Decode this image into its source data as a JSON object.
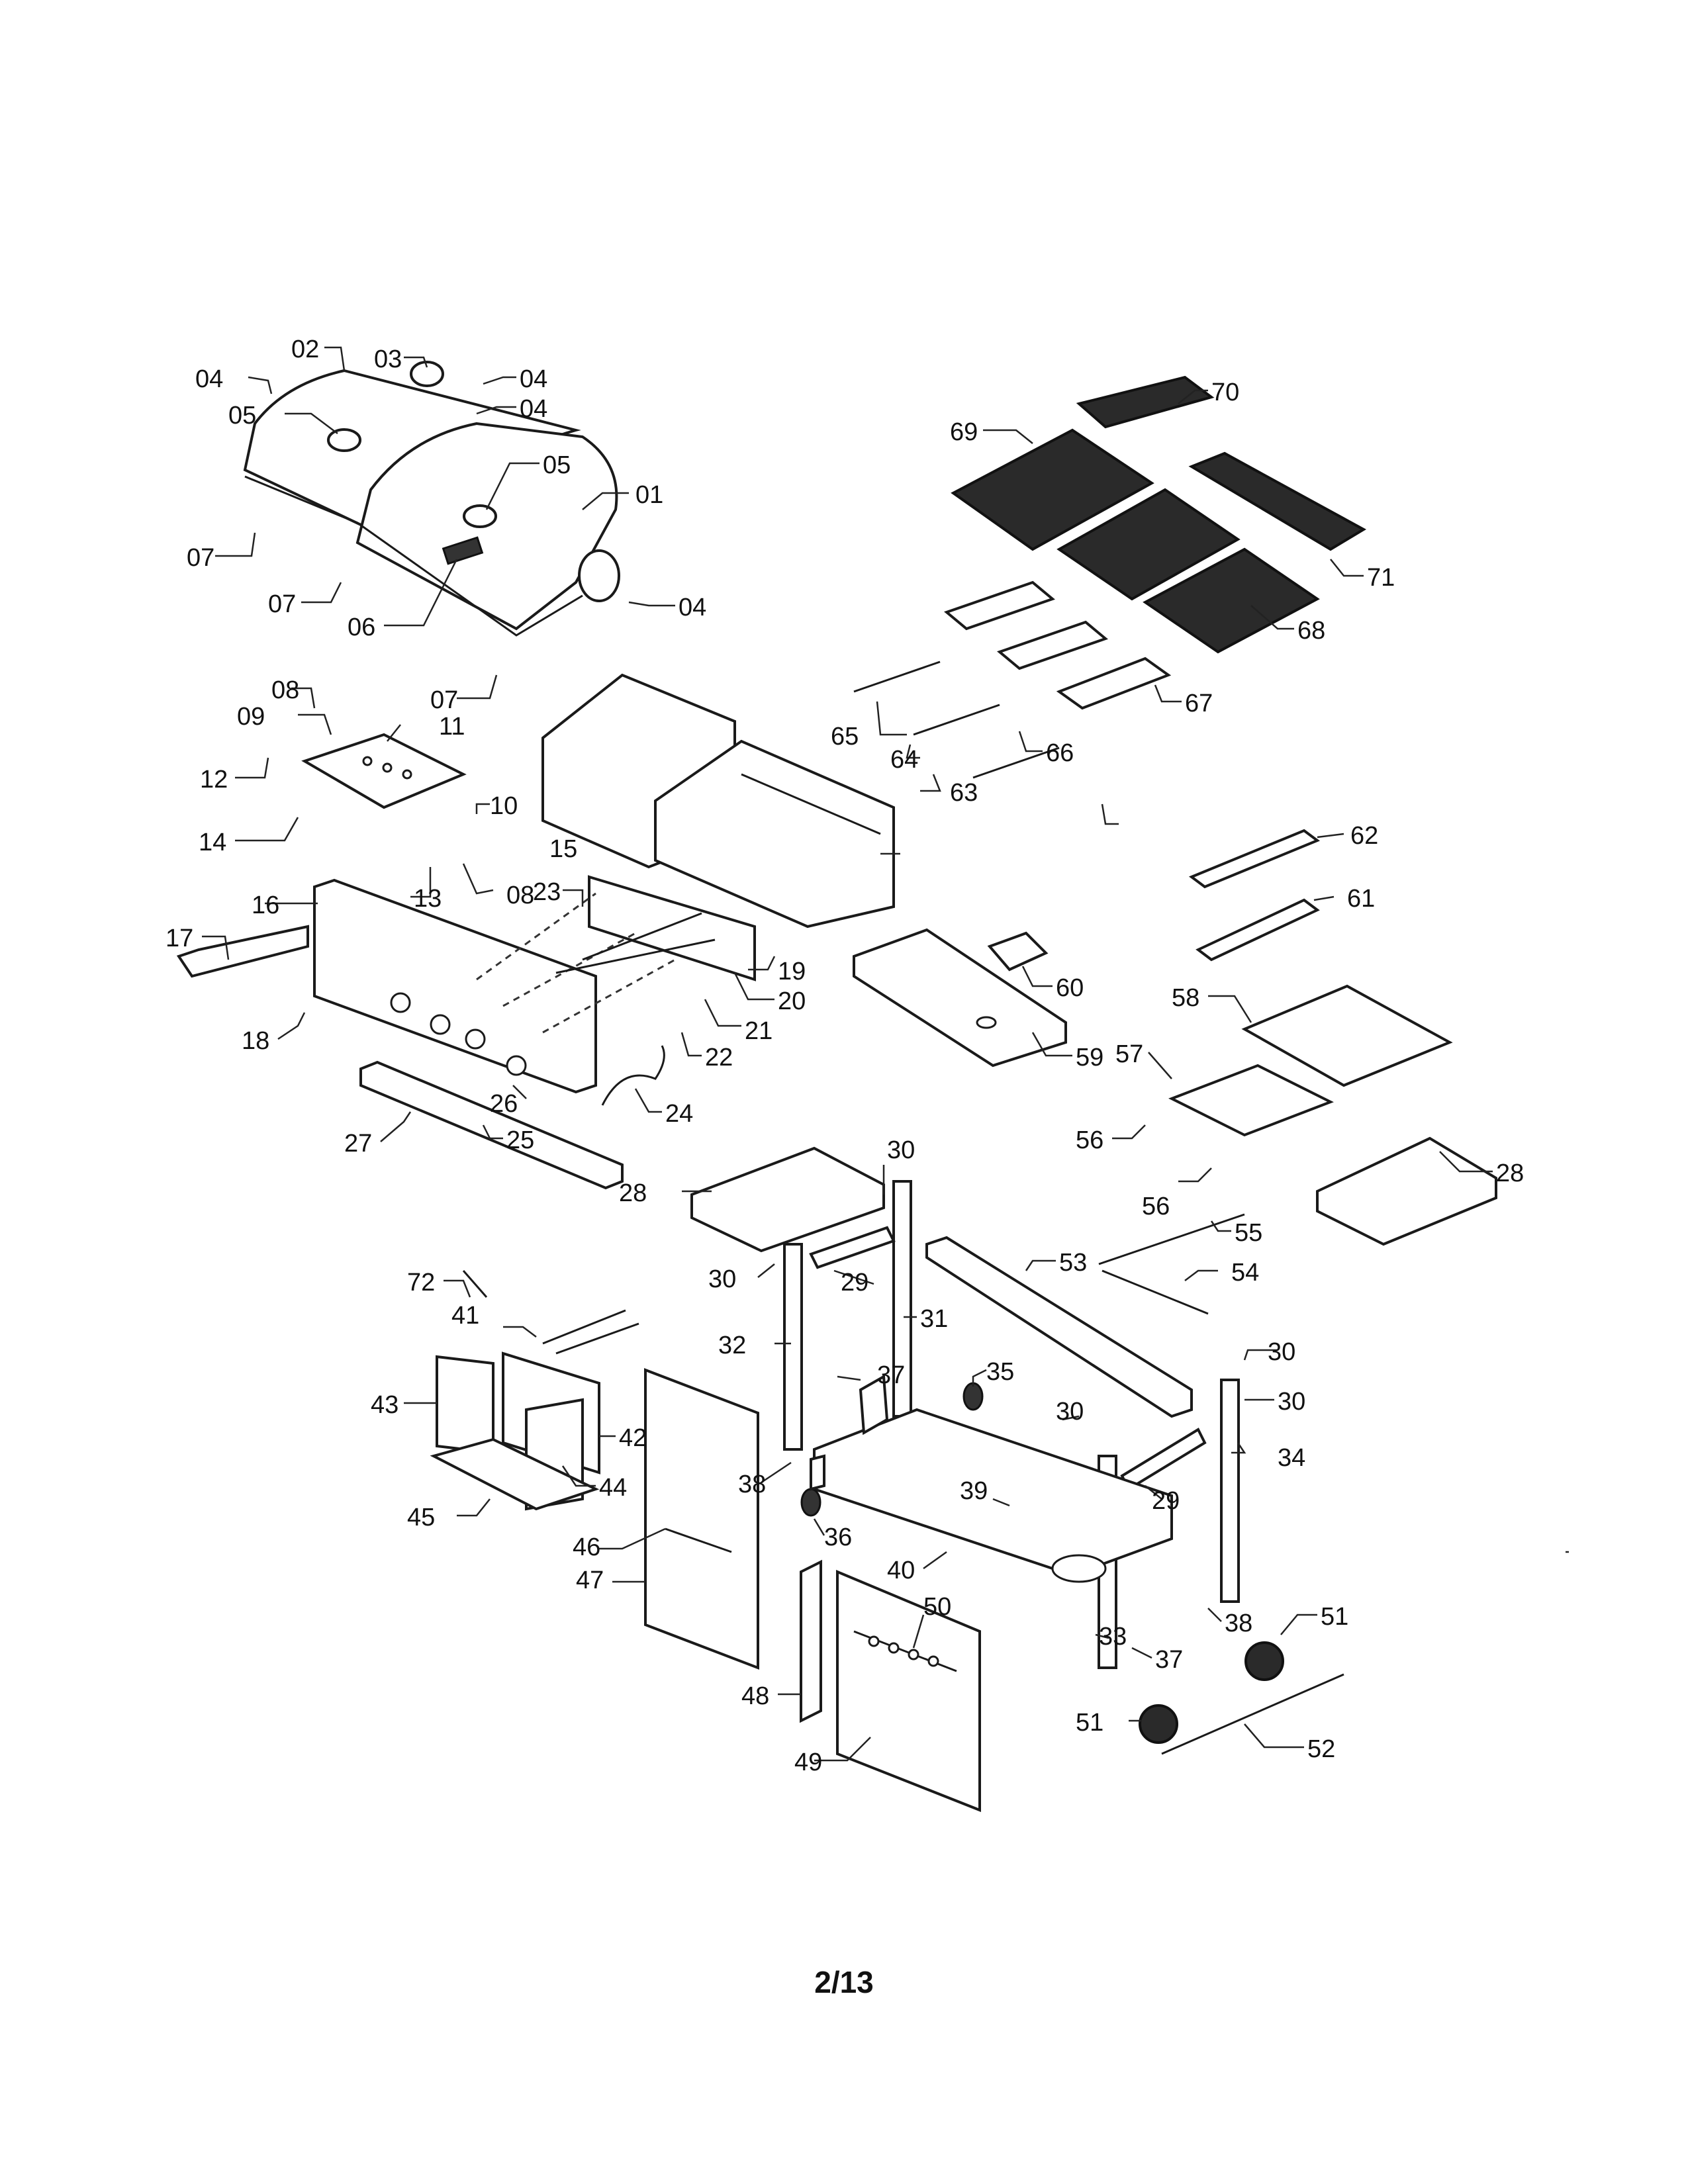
{
  "page_number": "2/13",
  "callouts": [
    "01",
    "02",
    "03",
    "04",
    "04",
    "04",
    "04",
    "05",
    "05",
    "06",
    "07",
    "07",
    "07",
    "08",
    "08",
    "09",
    "10",
    "11",
    "12",
    "13",
    "14",
    "15",
    "16",
    "17",
    "18",
    "19",
    "20",
    "21",
    "22",
    "23",
    "24",
    "25",
    "26",
    "27",
    "28",
    "28",
    "29",
    "29",
    "30",
    "30",
    "30",
    "30",
    "30",
    "31",
    "32",
    "33",
    "34",
    "35",
    "36",
    "37",
    "37",
    "38",
    "38",
    "39",
    "40",
    "41",
    "42",
    "43",
    "44",
    "45",
    "46",
    "47",
    "48",
    "49",
    "50",
    "51",
    "51",
    "52",
    "53",
    "54",
    "55",
    "56",
    "56",
    "57",
    "58",
    "59",
    "60",
    "61",
    "62",
    "63",
    "64",
    "65",
    "66",
    "67",
    "68",
    "69",
    "70",
    "71",
    "72"
  ]
}
